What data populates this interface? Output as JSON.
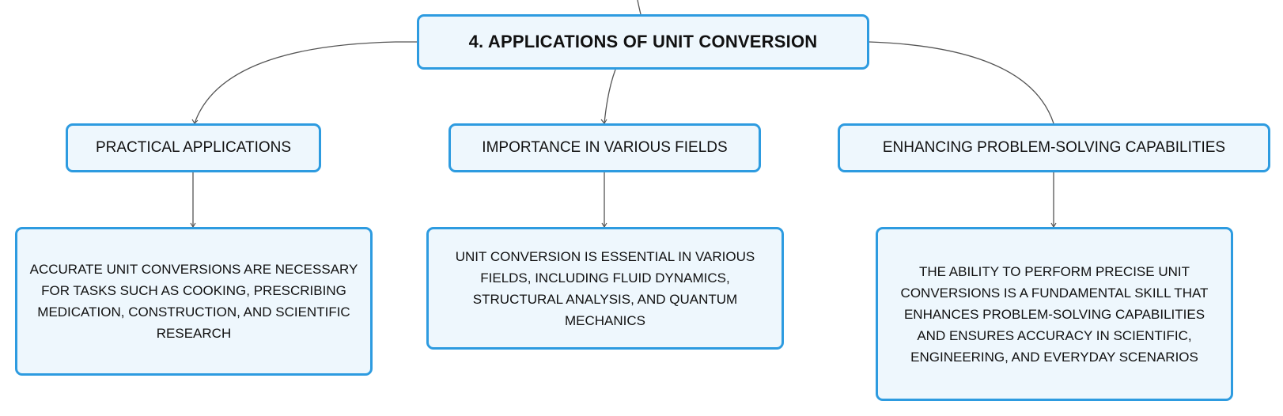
{
  "root": {
    "label": "4. APPLICATIONS OF UNIT CONVERSION"
  },
  "branches": [
    {
      "label": "PRACTICAL APPLICATIONS",
      "detail": "ACCURATE UNIT CONVERSIONS ARE NECESSARY FOR TASKS SUCH AS COOKING, PRESCRIBING MEDICATION, CONSTRUCTION, AND SCIENTIFIC RESEARCH"
    },
    {
      "label": "IMPORTANCE IN VARIOUS FIELDS",
      "detail": "UNIT CONVERSION IS ESSENTIAL IN VARIOUS FIELDS, INCLUDING FLUID DYNAMICS, STRUCTURAL ANALYSIS, AND QUANTUM MECHANICS"
    },
    {
      "label": "ENHANCING PROBLEM-SOLVING CAPABILITIES",
      "detail": "THE ABILITY TO PERFORM PRECISE UNIT CONVERSIONS IS A FUNDAMENTAL SKILL THAT ENHANCES PROBLEM-SOLVING CAPABILITIES AND ENSURES ACCURACY IN SCIENTIFIC, ENGINEERING, AND EVERYDAY SCENARIOS"
    }
  ],
  "colors": {
    "node_border": "#2d9be0",
    "node_fill": "#eef7fd",
    "connector": "#555555",
    "text": "#111111"
  }
}
